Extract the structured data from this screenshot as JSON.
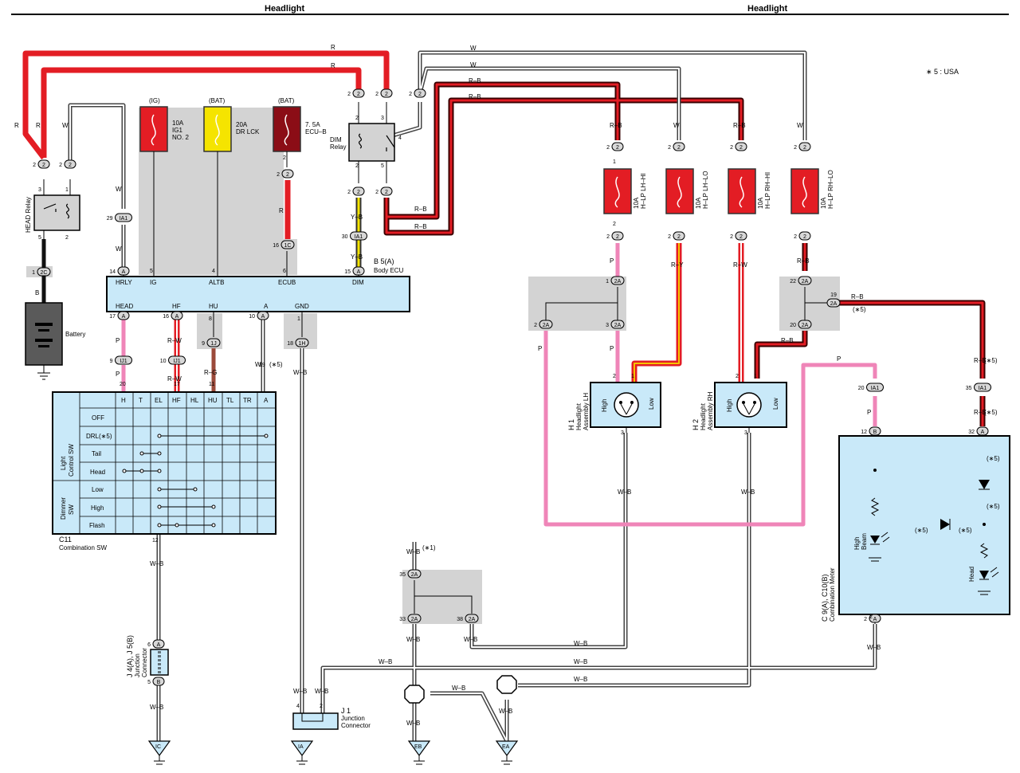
{
  "headers": {
    "left": "Headlight",
    "right": "Headlight"
  },
  "note": "∗ 5 : USA",
  "colors": {
    "red": "#e31d24",
    "yellow": "#f5e400",
    "darkred": "#8b0d16",
    "pink": "#ef85b8",
    "orange": "#f07a1d",
    "gray": "#d3d3d3",
    "lightblue": "#c9e9f9",
    "black": "#111111"
  },
  "wire_codes": {
    "r": "R",
    "w": "W",
    "rb": "R–B",
    "yb": "Y–B",
    "p": "P",
    "ry": "R–Y",
    "rw": "R–W",
    "rg": "R–G",
    "wb": "W–B",
    "b": "B"
  },
  "fuses": {
    "ig": {
      "source": "(IG)",
      "rating": "10A",
      "l1": "IG1",
      "l2": "NO. 2"
    },
    "dr": {
      "source": "(BAT)",
      "rating": "20A",
      "l1": "DR LCK"
    },
    "ecu": {
      "source": "(BAT)",
      "rating": "7. 5A",
      "l1": "ECU–B"
    },
    "lh_hi": {
      "rating": "10A",
      "l1": "H–LP LH–HI"
    },
    "lh_lo": {
      "rating": "10A",
      "l1": "H–LP LH–LO"
    },
    "rh_hi": {
      "rating": "10A",
      "l1": "H–LP RH–HI"
    },
    "rh_lo": {
      "rating": "10A",
      "l1": "H–LP RH–LO"
    }
  },
  "relays": {
    "head": "HEAD Relay",
    "dim_l1": "DIM",
    "dim_l2": "Relay"
  },
  "battery": "Battery",
  "ecu": {
    "code": "B 5(A)",
    "name": "Body ECU",
    "top": [
      "HRLY",
      "IG",
      "ALTB",
      "ECUB",
      "DIM"
    ],
    "bottom": [
      "HEAD",
      "HF",
      "HU",
      "A",
      "GND"
    ]
  },
  "combo_sw": {
    "code": "C11",
    "name": "Combination SW",
    "cols": [
      "H",
      "T",
      "EL",
      "HF",
      "HL",
      "HU",
      "TL",
      "TR",
      "A"
    ],
    "lc_title_l1": "Light",
    "lc_title_l2": "Control SW",
    "dim_title_l1": "Dimmer",
    "dim_title_l2": "SW",
    "rows": [
      "OFF",
      "DRL(∗5)",
      "Tail",
      "Head",
      "Low",
      "High",
      "Flash"
    ]
  },
  "headlights": {
    "lh": {
      "code": "H 1",
      "l1": "Headlight",
      "l2": "Assembly LH"
    },
    "rh": {
      "code": "H 2",
      "l1": "Headlight",
      "l2": "Assembly RH"
    },
    "high": "High",
    "low": "Low"
  },
  "meter": {
    "code": "C 9(A), C10(B)",
    "name": "Combination Meter",
    "high_beam_l1": "High",
    "high_beam_l2": "Beam",
    "head": "Head",
    "star5": "(∗5)"
  },
  "junctions": {
    "j4": {
      "code": "J 4(A), J 5(B)",
      "l1": "Junction",
      "l2": "Connector"
    },
    "j1": {
      "code": "J 1",
      "l1": "Junction",
      "l2": "Connector"
    }
  },
  "grounds": [
    "IC",
    "IA",
    "EB",
    "EA"
  ],
  "connectors": {
    "c2": "2",
    "c2c": "2C",
    "ia1": "IA1",
    "ij1": "IJ1",
    "c1c": "1C",
    "c1h": "1H",
    "c1j": "1J",
    "c2a": "2A",
    "ca": "A",
    "cb": "B",
    "c5": "5"
  },
  "pins": {
    "p1": "1",
    "p2": "2",
    "p3": "3",
    "p4": "4",
    "p5": "5",
    "p6": "6",
    "p8": "8",
    "p9": "9",
    "p10": "10",
    "p11": "11",
    "p12": "12",
    "p14": "14",
    "p15": "15",
    "p16": "16",
    "p17": "17",
    "p18": "18",
    "p19": "19",
    "p20": "20",
    "p22": "22",
    "p29": "29",
    "p30": "30",
    "p32": "32",
    "p33": "33",
    "p35": "35",
    "p38": "38"
  },
  "star5": "(∗5)",
  "star1": "(∗1)"
}
